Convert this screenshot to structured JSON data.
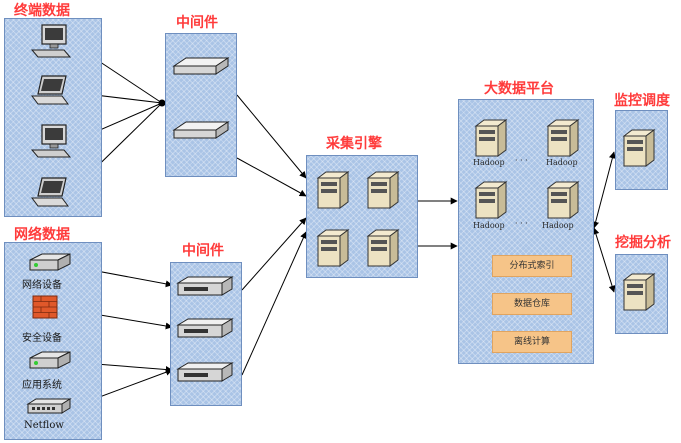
{
  "terminal": {
    "title": "终端数据"
  },
  "middleware_top": {
    "title": "中间件"
  },
  "network": {
    "title": "网络数据",
    "devices": [
      "网络设备",
      "安全设备",
      "应用系统",
      "Netflow"
    ]
  },
  "middleware_bottom": {
    "title": "中间件"
  },
  "collector": {
    "title": "采集引擎"
  },
  "bigdata": {
    "title": "大数据平台",
    "row1": {
      "left": "Hadoop",
      "dots": "· · ·",
      "right": "Hadoop"
    },
    "row2": {
      "left": "Hadoop",
      "dots": "· · ·",
      "right": "Hadoop"
    },
    "services": [
      "分布式索引",
      "数据仓库",
      "离线计算"
    ]
  },
  "monitor": {
    "title": "监控调度"
  },
  "mining": {
    "title": "挖掘分析"
  },
  "colors": {
    "panel": "#aac4e6",
    "title": "#ff3b3b",
    "tag": "#f6c488"
  }
}
